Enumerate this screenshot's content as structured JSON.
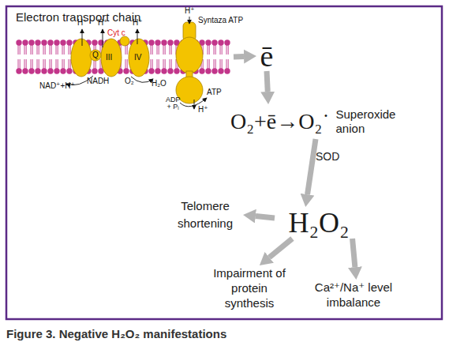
{
  "diagram": {
    "caption": "Figure 3. Negative H₂O₂ manifestations",
    "nodes": [
      {
        "text": [
          "Electron transport chain"
        ]
      },
      {
        "text": [
          "ē"
        ]
      },
      {
        "text": [
          "O₂+ē→O₂˙",
          "Superoxide anion"
        ]
      },
      {
        "text": [
          "H₂O₂"
        ]
      },
      {
        "text": [
          "Telomere shortening"
        ]
      },
      {
        "text": [
          "Impairment of protein synthesis"
        ]
      },
      {
        "text": [
          "Ca²⁺/Na⁺ level imbalance"
        ]
      }
    ],
    "edges": [
      {
        "from": 0,
        "to": 1,
        "arrow": "to"
      },
      {
        "from": 1,
        "to": 2,
        "arrow": "to"
      },
      {
        "from": 2,
        "to": 3,
        "label": "SOD",
        "arrow": "to"
      },
      {
        "from": 3,
        "to": 4,
        "arrow": "to"
      },
      {
        "from": 3,
        "to": 5,
        "arrow": "to"
      },
      {
        "from": 3,
        "to": 6,
        "arrow": "to"
      }
    ],
    "labels": [
      "H⁺",
      "H⁺",
      "H⁺",
      "H⁺",
      "Q",
      "III",
      "Cyt c",
      "IV",
      "NADH",
      "NAD⁺+H⁺",
      "O₂",
      "H₂O",
      "Syntaza ATP",
      "ADP + Pᵢ",
      "ATP",
      "H⁺"
    ]
  }
}
